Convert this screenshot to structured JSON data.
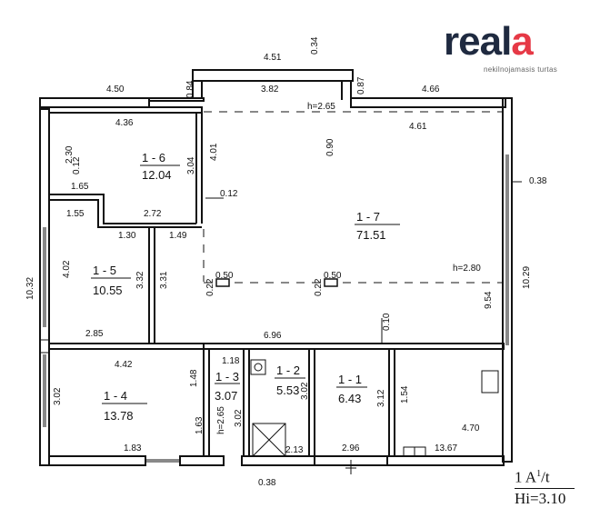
{
  "brand": {
    "name_part1": "real",
    "name_part2": "a",
    "subtitle": "nekilnojamasis turtas",
    "accent_color": "#e63946",
    "text_color": "#1f2a40"
  },
  "rooms": [
    {
      "id": "1 - 6",
      "area": "12.04"
    },
    {
      "id": "1 - 7",
      "area": "71.51"
    },
    {
      "id": "1 - 5",
      "area": "10.55"
    },
    {
      "id": "1 - 4",
      "area": "13.78"
    },
    {
      "id": "1 - 3",
      "area": "3.07"
    },
    {
      "id": "1 - 2",
      "area": "5.53"
    },
    {
      "id": "1 - 1",
      "area": "6.43"
    }
  ],
  "dimensions": [
    "4.51",
    "0.34",
    "0.84",
    "3.82",
    "0.87",
    "4.50",
    "4.66",
    "4.36",
    "h=2.65",
    "4.61",
    "2.30",
    "0.12",
    "4.01",
    "3.04",
    "0.90",
    "1.65",
    "0.12",
    "0.38",
    "1.55",
    "2.72",
    "1.30",
    "1.49",
    "4.02",
    "10.32",
    "3.32",
    "3.31",
    "0.22",
    "0.50",
    "0.22",
    "0.50",
    "h=2.80",
    "9.54",
    "10.29",
    "0.10",
    "2.85",
    "6.96",
    "4.42",
    "1.18",
    "1.48",
    "3.02",
    "3.02",
    "3.02",
    "3.12",
    "1.54",
    "1.63",
    "h=2.65",
    "4.70",
    "1.83",
    "2.13",
    "2.96",
    "13.67",
    "0.38"
  ],
  "stamp": {
    "line1": "1 A",
    "line1_sup": "1",
    "line1_suffix": "/t",
    "line2": "Hi=3.10"
  }
}
